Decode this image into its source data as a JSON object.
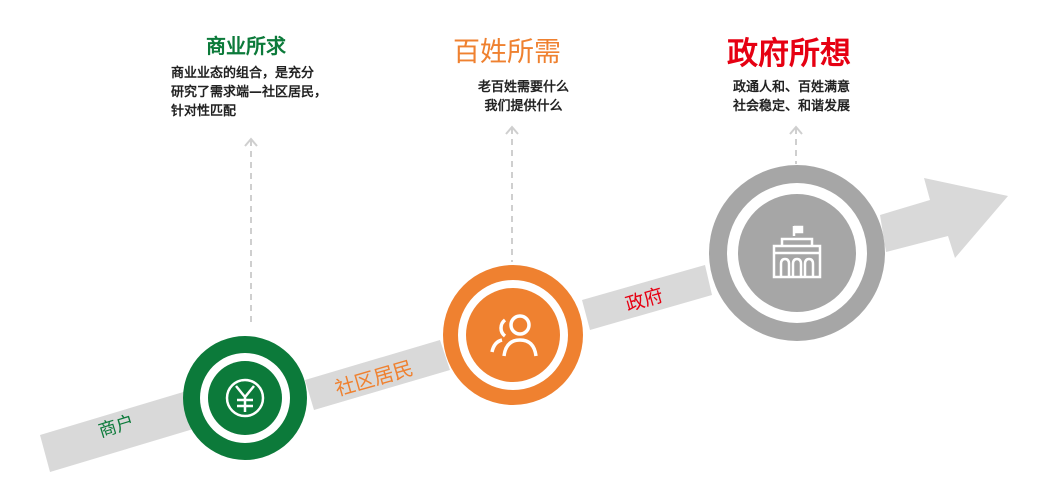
{
  "colors": {
    "green": "#0c7a3a",
    "orange": "#ef8130",
    "red": "#e60012",
    "gray_ring": "#a6a6a6",
    "arrow_gray": "#d9d9d9"
  },
  "icons": [
    "yuan-icon",
    "people-icon",
    "building-icon"
  ],
  "arrow_labels": {
    "shanghu": "商户",
    "shequ": "社区居民",
    "zhengfu": "政府"
  },
  "stages": [
    {
      "heading": "商业所求",
      "lines": [
        "商业业态的组合，是充分",
        "研究了需求端—社区居民，",
        "针对性匹配"
      ]
    },
    {
      "heading": "百姓所需",
      "lines": [
        "老百姓需要什么",
        "我们提供什么"
      ]
    },
    {
      "heading": "政府所想",
      "lines": [
        "政通人和、百姓满意",
        "社会稳定、和谐发展"
      ]
    }
  ]
}
